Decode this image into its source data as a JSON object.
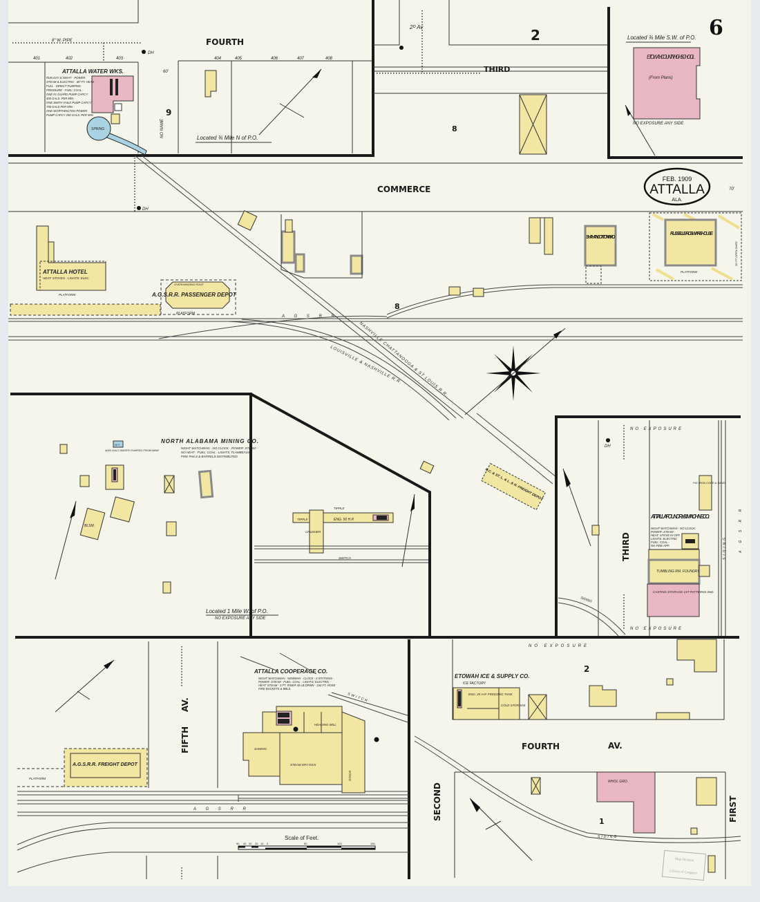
{
  "sheet": {
    "number": "6",
    "date": "FEB. 1909",
    "city": "ATTALLA",
    "state": "ALA."
  },
  "colors": {
    "paper": "#f5f5ec",
    "brick": "#e9b6c3",
    "frame": "#f1e6a2",
    "water": "#a9d3e3",
    "lines": "#1a1a1a"
  },
  "streets": {
    "fourth_top": "FOURTH",
    "second_av": "2ᴰ Av",
    "third_top": "THIRD",
    "commerce": "COMMERCE",
    "third_right": "THIRD",
    "fifth_av_a": "FIFTH",
    "fifth_av_b": "AV.",
    "fourth_av_a": "FOURTH",
    "fourth_av_b": "AV.",
    "second": "SECOND",
    "first": "FIRST",
    "no_name": "NO NAME"
  },
  "blocks": {
    "b9": "9",
    "b2_top": "2",
    "b8_top": "8",
    "b8_mid": "8",
    "b2_bot": "2",
    "b1": "1"
  },
  "lot_numbers": [
    "401",
    "402",
    "403",
    "404",
    "405",
    "406",
    "407",
    "408"
  ],
  "notes": {
    "loc_water": "Located ¾ Mile N of P.O.",
    "loc_school": "Located ¾ Mile S.W. of P.O.",
    "no_exposure_school": "NO EXPOSURE ANY SIDE",
    "loc_mining": "Located 1 Mile W. of P.O.",
    "no_exposure_mining": "NO EXPOSURE ANY SIDE",
    "no_exposure_1": "NO EXPOSURE",
    "no_exposure_2": "NO EXPOSURE",
    "no_exposure_3": "NO EXPOSURE",
    "pipe_top": "8\" W. PIPE",
    "dh": "DH",
    "width_70": "70'",
    "width_60": "60'"
  },
  "buildings": {
    "water_works": "ATTALLA WATER WKS.",
    "water_works_desc": [
      "RUN DAY & NIGHT - POWER:",
      "STEAM & ELECTRIC - 80' FT. HEAD",
      "FULL - DIRECT PUMPING",
      "PRESSURE - FUEL: COAL -",
      "ONE #1 GUARD PUMP CAPCY:",
      "400 GALS. PER MIN -",
      "ONE SMITH VAILE PUMP CAPCY:",
      "700 GALS PER MIN -",
      "ONE WORTHINGTON POWER",
      "PUMP CAPCY 250 GALS. PER MIN"
    ],
    "spring": "SPRING",
    "school": "ETOWAH COUNTY HIGH SCHOOL",
    "school_note": "(From Plans)",
    "hotel": "ATTALLA HOTEL",
    "hotel_desc": "HEAT: STOVES - LIGHTS: ELEC.",
    "platform": "PLATFORM",
    "passenger_depot": "A.G.S.R.R. PASSENGER DEPOT",
    "overhanging_roof": "OVERHANGING ROOF",
    "shahan": "SHAHAN COTTON W. HO.",
    "russell": "RUSSELL BRO'S WARE HOUSE",
    "open_shed": "30' FT OPEN SHED",
    "mining": "NORTH ALABAMA MINING CO.",
    "mining_desc": [
      "NIGHT WATCHMAN - NO CLOCK - POWER: STEAM -",
      "NO HEAT - FUEL: COAL - LIGHTS: FLAMBEAUS -",
      "FIRE PAILS & BARRELS DISTRIBUTED"
    ],
    "wt": "W.T.",
    "wt_desc": "4000 GALS WATER PUMPED FROM MINE",
    "blksm": "BLSM.",
    "tipple": "TIPPLE",
    "crusher": "CRUSHER",
    "eng50": "ENG. 50 H.P.",
    "switch": "SWITCH",
    "freight_nc": "N.C. & ST. L. & L. & N. FREIGHT DEPOT",
    "foundry": "ATTALLA FOUNDRY & MACHINE CO.",
    "foundry_desc": [
      "NIGHT WATCHMAN - NO CLOCK",
      "POWER: STEAM -",
      "HEAT: STOVE IN OFF.",
      "LIGHTS: ELECTRIC",
      "FUEL: COAL -",
      "NO FIRE APP."
    ],
    "pig_iron": "PIG IRON COKE & SAND",
    "foundry_room": "TUMBLING RM. FOUNDRY",
    "casting": "CASTING STORAGE 1ST PATTERNS 2ND",
    "siding": "SIDING",
    "cooperage": "ATTALLA COOPERAGE CO.",
    "cooperage_desc": [
      "NIGHT WATCHMAN - NEWMAN - CLOCK - 3 STATIONS -",
      "POWER: STEAM - FUEL: COAL - LIGHTS: ELECTRIC -",
      "HEAT: STEAM - 3 FT. RISER 40 LB.DRWN - 100 FT. HOSE",
      "FIRE BUCKETS & BBLS."
    ],
    "heading_mill": "HEADING MILL",
    "steam_dry_kiln": "STEAM DRY KILN",
    "sawing": "SAWING",
    "stock": "STOCK",
    "freight_ag": "A.G.S.R.R. FREIGHT DEPOT",
    "ice": "ETOWAH ICE & SUPPLY CO.",
    "ice_sub": "ICE FACTORY",
    "freezing": "ENG. 25 H.P. FREEZING TANK",
    "cold": "COLD STORAGE",
    "whol_gro": "WHOL GRO."
  },
  "railroads": {
    "agsrr_1": "A G S R R",
    "agsrr_2": "A G S R R",
    "agsrr_3": "A G S R R",
    "ncstl": "NASHVILLE CHATTANOOGA & ST LOUIS R.R.",
    "ln": "LOUISVILLE & NASHVILLE R.R.",
    "siding_bot": "SIDING"
  },
  "scale": {
    "title": "Scale of Feet.",
    "ticks": [
      "50",
      "40",
      "30",
      "20",
      "10",
      "0",
      "50",
      "100",
      "150"
    ]
  },
  "stamp": {
    "line1": "Map Division",
    "line2": "Library of Congress"
  }
}
